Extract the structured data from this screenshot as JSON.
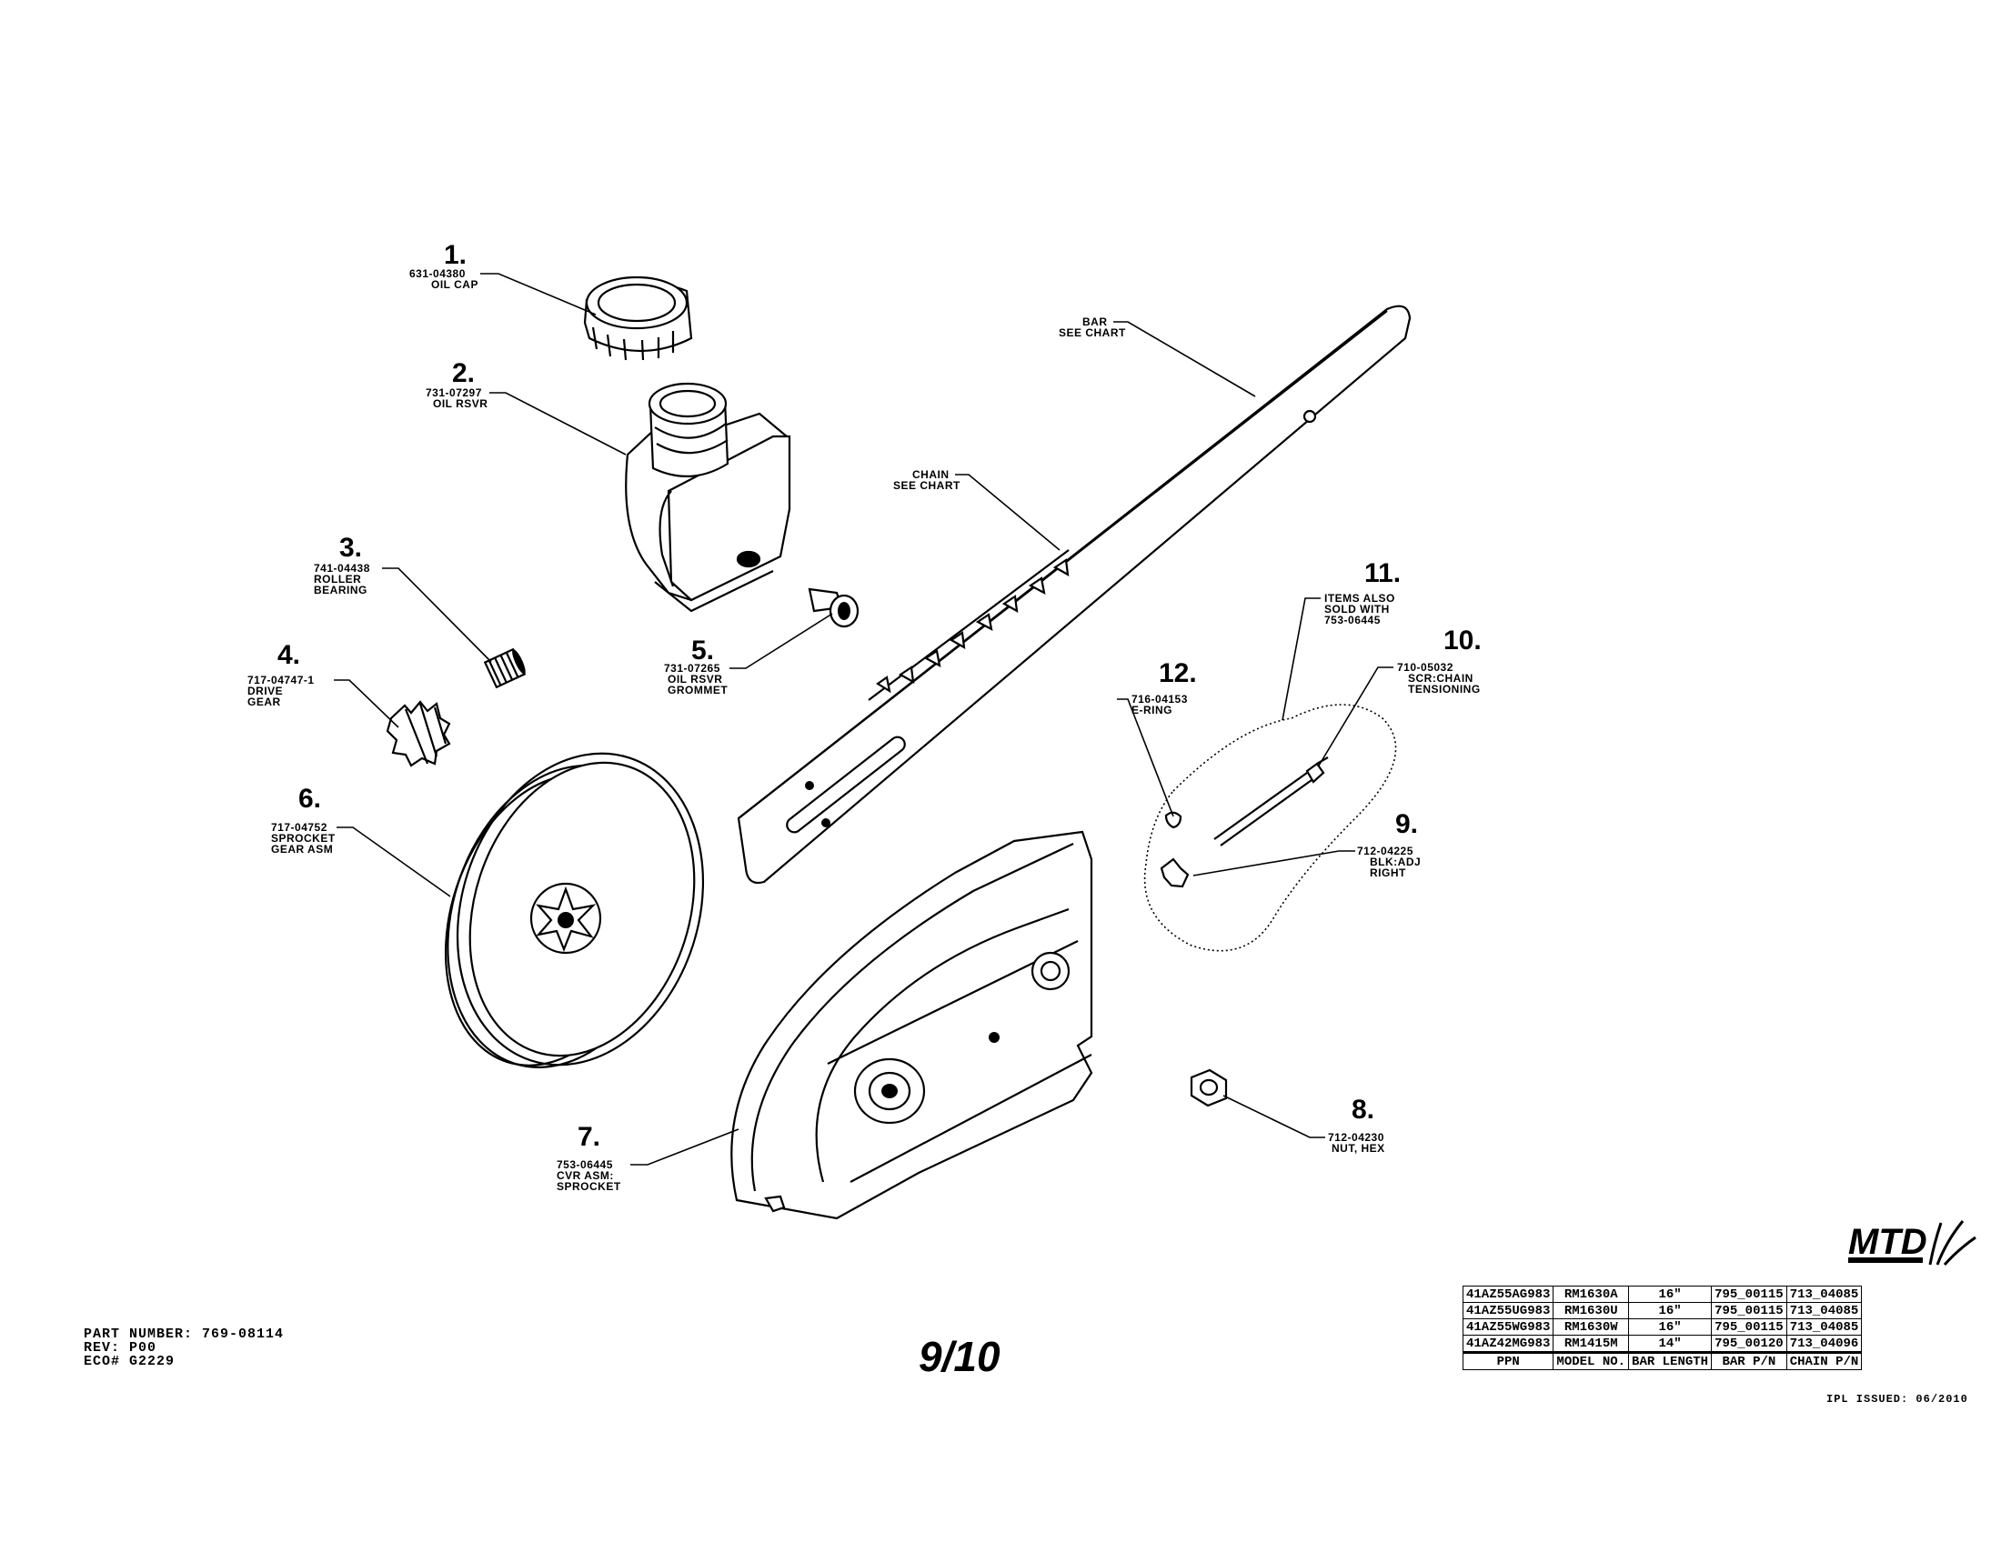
{
  "callouts": [
    {
      "num": "1.",
      "part": "631-04380",
      "desc": [
        "OIL CAP"
      ]
    },
    {
      "num": "2.",
      "part": "731-07297",
      "desc": [
        "OIL RSVR"
      ]
    },
    {
      "num": "3.",
      "part": "741-04438",
      "desc": [
        "ROLLER",
        "BEARING"
      ]
    },
    {
      "num": "4.",
      "part": "717-04747-1",
      "desc": [
        "DRIVE",
        "GEAR"
      ]
    },
    {
      "num": "5.",
      "part": "731-07265",
      "desc": [
        "OIL RSVR",
        "GROMMET"
      ]
    },
    {
      "num": "6.",
      "part": "717-04752",
      "desc": [
        "SPROCKET",
        "GEAR ASM"
      ]
    },
    {
      "num": "7.",
      "part": "753-06445",
      "desc": [
        "CVR ASM:",
        "SPROCKET"
      ]
    },
    {
      "num": "8.",
      "part": "712-04230",
      "desc": [
        "NUT, HEX"
      ]
    },
    {
      "num": "9.",
      "part": "712-04225",
      "desc": [
        "BLK:ADJ",
        "RIGHT"
      ]
    },
    {
      "num": "10.",
      "part": "710-05032",
      "desc": [
        "SCR:CHAIN",
        "TENSIONING"
      ]
    },
    {
      "num": "11.",
      "part": "",
      "desc": [
        "ITEMS ALSO",
        "SOLD WITH",
        "753-06445"
      ]
    },
    {
      "num": "12.",
      "part": "716-04153",
      "desc": [
        "E-RING"
      ]
    }
  ],
  "bar_label": [
    "BAR",
    "SEE CHART"
  ],
  "chain_label": [
    "CHAIN",
    "SEE CHART"
  ],
  "part_info": {
    "part_number": "PART NUMBER: 769-08114",
    "rev": "REV: P00",
    "eco": "ECO# G2229"
  },
  "page_number": "9/10",
  "model_table": {
    "rows": [
      [
        "41AZ55AG983",
        "RM1630A",
        "16\"",
        "795_00115",
        "713_04085"
      ],
      [
        "41AZ55UG983",
        "RM1630U",
        "16\"",
        "795_00115",
        "713_04085"
      ],
      [
        "41AZ55WG983",
        "RM1630W",
        "16\"",
        "795_00115",
        "713_04085"
      ],
      [
        "41AZ42MG983",
        "RM1415M",
        "14\"",
        "795_00120",
        "713_04096"
      ]
    ],
    "headers": [
      "PPN",
      "MODEL NO.",
      "BAR LENGTH",
      "BAR P/N",
      "CHAIN P/N"
    ]
  },
  "ipl_issued": "IPL ISSUED: 06/2010",
  "logo_text": "MTD",
  "icons": [
    "mtd-logo"
  ]
}
